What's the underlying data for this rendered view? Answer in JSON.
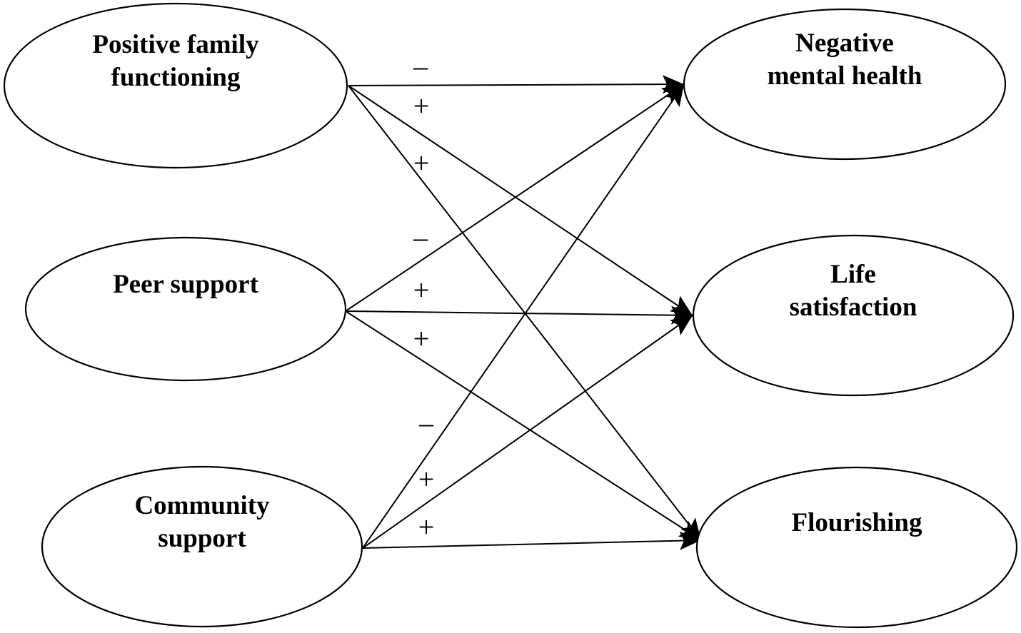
{
  "predictors": [
    {
      "id": "family",
      "lines": [
        "Positive family",
        "functioning"
      ]
    },
    {
      "id": "peer",
      "lines": [
        "Peer support"
      ]
    },
    {
      "id": "community",
      "lines": [
        "Community",
        "support"
      ]
    }
  ],
  "outcomes": [
    {
      "id": "negative",
      "lines": [
        "Negative",
        "mental health"
      ]
    },
    {
      "id": "life",
      "lines": [
        "Life",
        "satisfaction"
      ]
    },
    {
      "id": "flourish",
      "lines": [
        "Flourishing"
      ]
    }
  ],
  "paths": [
    {
      "from": "family",
      "to": "negative",
      "sign": "–"
    },
    {
      "from": "family",
      "to": "life",
      "sign": "+"
    },
    {
      "from": "family",
      "to": "flourish",
      "sign": "+"
    },
    {
      "from": "peer",
      "to": "negative",
      "sign": "–"
    },
    {
      "from": "peer",
      "to": "life",
      "sign": "+"
    },
    {
      "from": "peer",
      "to": "flourish",
      "sign": "+"
    },
    {
      "from": "community",
      "to": "negative",
      "sign": "–"
    },
    {
      "from": "community",
      "to": "life",
      "sign": "+"
    },
    {
      "from": "community",
      "to": "flourish",
      "sign": "+"
    }
  ],
  "colors": {
    "stroke": "#000000",
    "fill": "#ffffff"
  }
}
